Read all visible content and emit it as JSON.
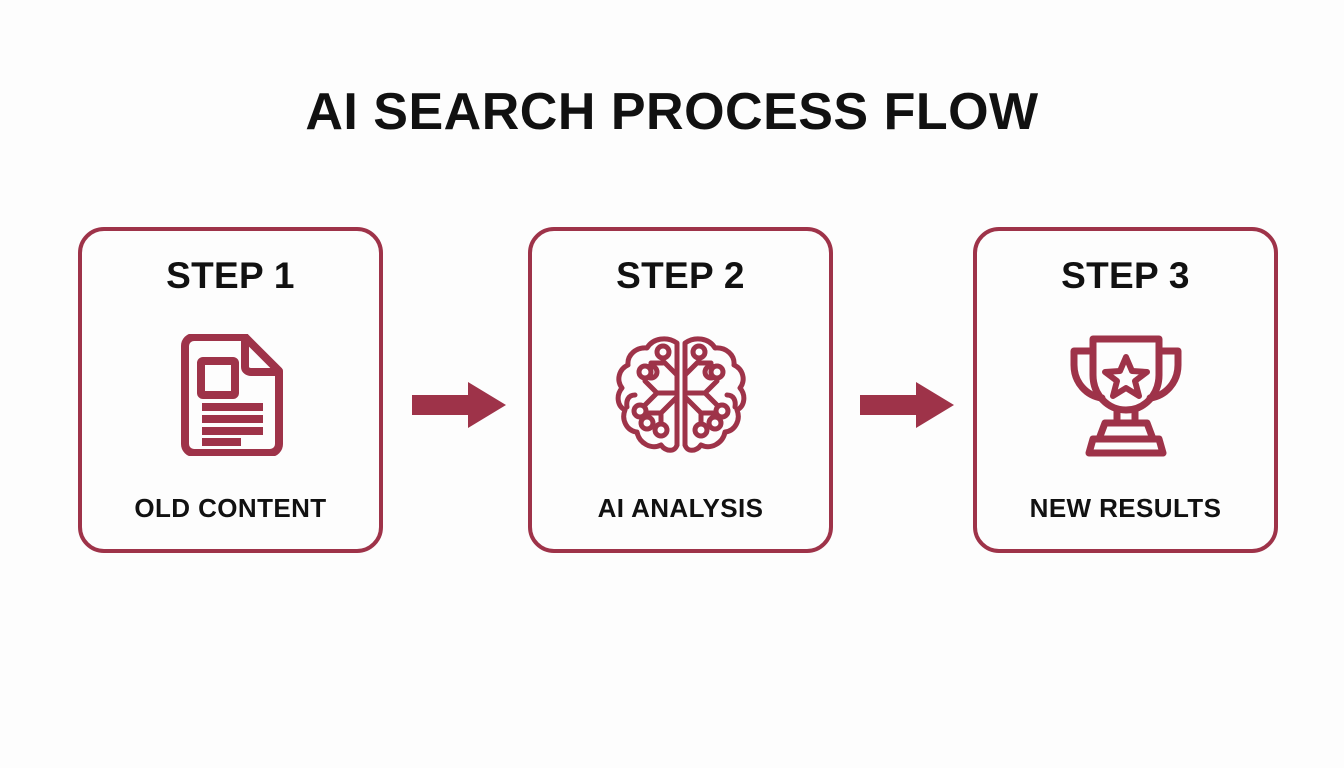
{
  "page": {
    "title": "AI SEARCH PROCESS FLOW",
    "background_color": "#fdfdfd",
    "accent_color": "#9e3349",
    "text_color": "#111111"
  },
  "flow": {
    "steps": [
      {
        "step_title": "STEP 1",
        "label": "OLD CONTENT",
        "icon": "document-icon"
      },
      {
        "step_title": "STEP 2",
        "label": "AI ANALYSIS",
        "icon": "ai-brain-icon"
      },
      {
        "step_title": "STEP 3",
        "label": "NEW RESULTS",
        "icon": "trophy-icon"
      }
    ],
    "connectors": [
      {
        "icon": "arrow-right-icon"
      },
      {
        "icon": "arrow-right-icon"
      }
    ]
  }
}
